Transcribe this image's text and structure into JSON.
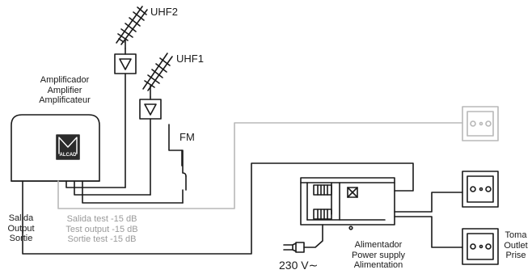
{
  "antennas": {
    "uhf2": "UHF2",
    "uhf1": "UHF1",
    "fm": "FM"
  },
  "amplifier": {
    "label_es": "Amplificador",
    "label_en": "Amplifier",
    "label_fr": "Amplificateur",
    "logo_text": "ALCAD"
  },
  "output": {
    "label_es": "Salida",
    "label_en": "Output",
    "label_fr": "Sortie",
    "test_es": "Salida test -15 dB",
    "test_en": "Test output -15 dB",
    "test_fr": "Sortie test -15 dB"
  },
  "power_supply": {
    "label_es": "Alimentador",
    "label_en": "Power supply",
    "label_fr": "Alimentation",
    "mains_voltage": "230  V∼"
  },
  "outlet": {
    "label_es": "Toma",
    "label_en": "Outlet",
    "label_fr": "Prise"
  },
  "colors": {
    "line": "#1a1a1a",
    "test_line": "#b8b8b8",
    "test_text": "#9a9a9a",
    "amp_logo": "#2b2b2b"
  },
  "icons": [
    "antenna-icon",
    "filter-icon",
    "fm-antenna-icon",
    "alcad-logo",
    "plug-icon",
    "outlet-icon",
    "wall-socket-icon"
  ]
}
